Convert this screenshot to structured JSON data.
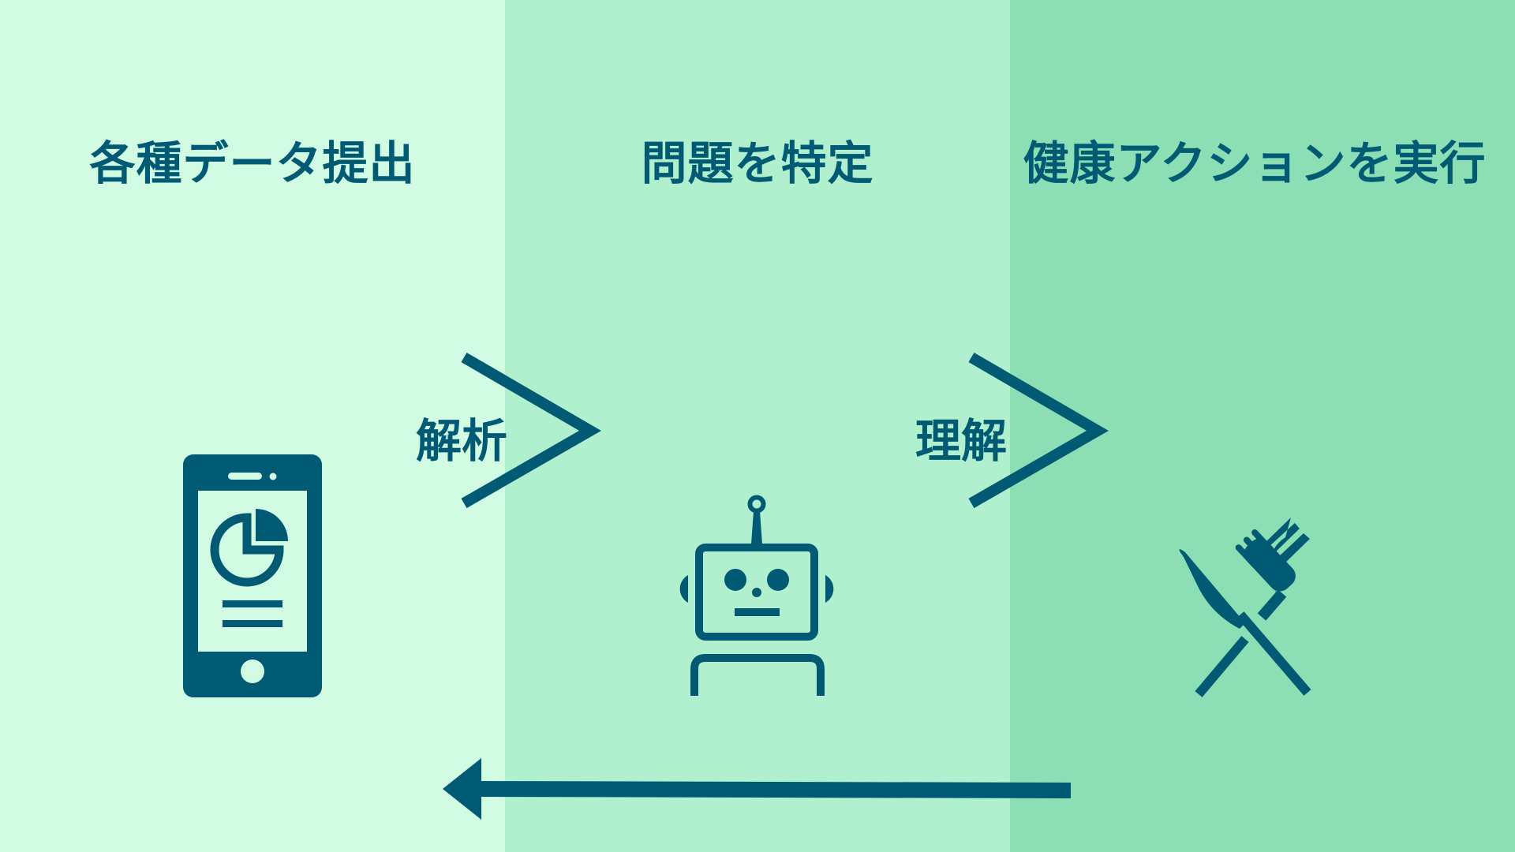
{
  "colors": {
    "panel_1": "#d1fbe3",
    "panel_2": "#b1f0cf",
    "panel_3": "#8cdfb4",
    "ink": "#005a73"
  },
  "steps": [
    {
      "title": "各種データ提出",
      "icon": "smartphone-chart-icon"
    },
    {
      "title": "問題を特定",
      "icon": "robot-icon"
    },
    {
      "title": "健康アクションを実行",
      "icon": "knife-fork-icon"
    }
  ],
  "connectors": [
    {
      "label": "解析",
      "icon": "chevron-right-icon"
    },
    {
      "label": "理解",
      "icon": "chevron-right-icon"
    }
  ],
  "feedback": {
    "icon": "arrow-left-icon"
  }
}
